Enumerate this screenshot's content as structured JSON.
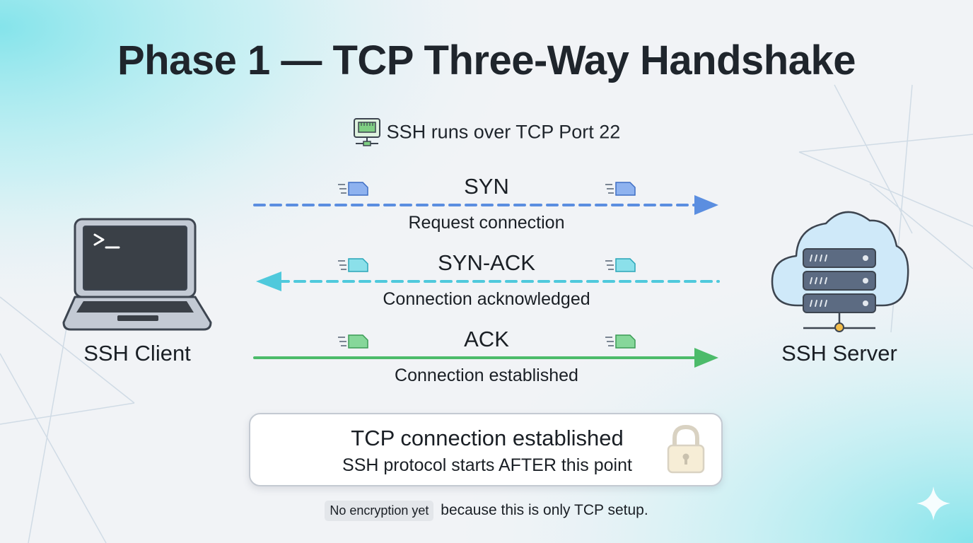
{
  "title": "Phase 1 — TCP Three-Way Handshake",
  "subtitle": "SSH runs over TCP Port 22",
  "client": {
    "label": "SSH Client"
  },
  "server": {
    "label": "SSH Server"
  },
  "messages": [
    {
      "label": "SYN",
      "desc": "Request connection",
      "direction": "client-to-server",
      "style": "dashed",
      "color": "#5b8ee0"
    },
    {
      "label": "SYN-ACK",
      "desc": "Connection acknowledged",
      "direction": "server-to-client",
      "style": "dashed",
      "color": "#4fc9dc"
    },
    {
      "label": "ACK",
      "desc": "Connection established",
      "direction": "client-to-server",
      "style": "solid",
      "color": "#4cbb6a"
    }
  ],
  "status": {
    "line1": "TCP connection established",
    "line2": "SSH protocol starts AFTER this point"
  },
  "footnote": {
    "badge": "No encryption yet",
    "text": "because this is only TCP setup."
  },
  "colors": {
    "syn": "#5b8ee0",
    "synack": "#4fc9dc",
    "ack": "#4cbb6a",
    "text": "#1a1f25"
  },
  "icons": [
    "network-port-icon",
    "laptop-terminal-icon",
    "cloud-server-icon",
    "packet-icon",
    "lock-icon",
    "sparkle-icon"
  ]
}
